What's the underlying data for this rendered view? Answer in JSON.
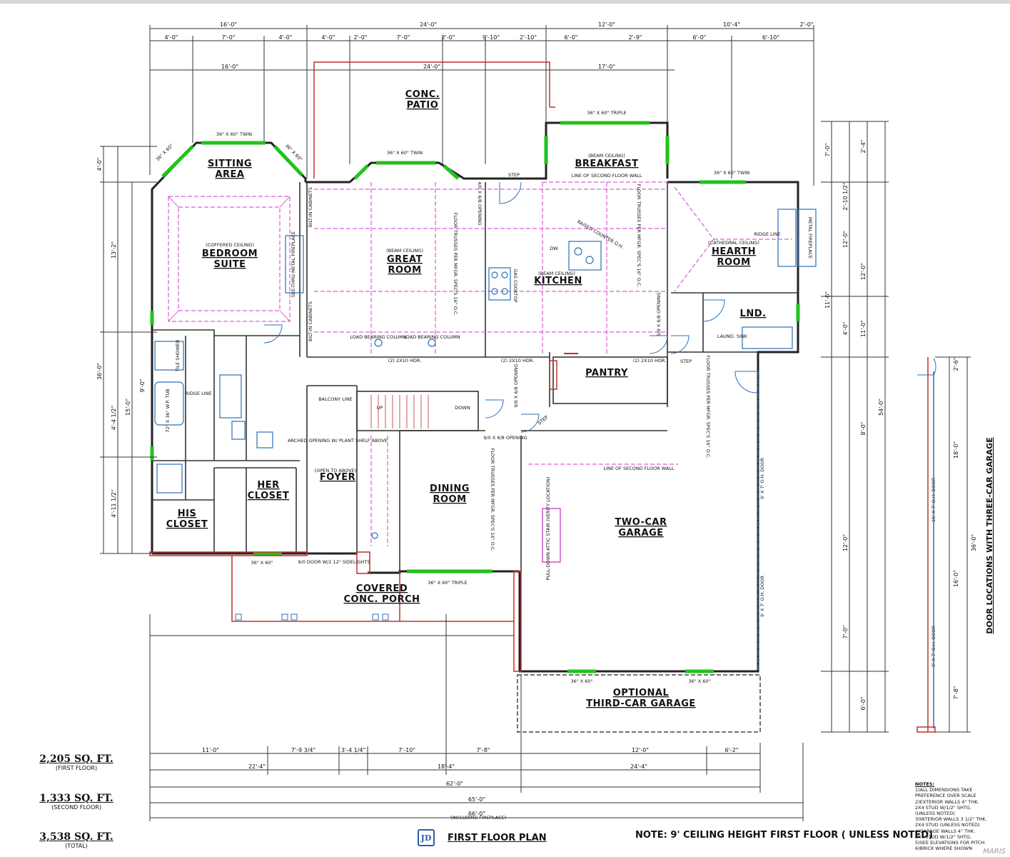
{
  "plan": {
    "title": "FIRST FLOOR PLAN",
    "logo": "JD",
    "ceiling_note": "NOTE: 9' CEILING HEIGHT FIRST FLOOR ( UNLESS NOTED)",
    "watermark": "MARIS",
    "door_locations_title": "DOOR LOCATIONS WITH THREE-CAR GARAGE"
  },
  "areas": {
    "first": {
      "value": "2,205 SQ. FT.",
      "label": "(FIRST FLOOR)"
    },
    "second": {
      "value": "1,333 SQ. FT.",
      "label": "(SECOND FLOOR)"
    },
    "total": {
      "value": "3,538 SQ. FT.",
      "label": "(TOTAL)"
    }
  },
  "notes": {
    "heading": "NOTES:",
    "lines": [
      "1)ALL DIMENSIONS TAKE",
      "PREFERENCE OVER SCALE",
      "2)EXTERIOR WALLS 4\" THK.",
      "2X4 STUD W/1/2\" SHTG.",
      "(UNLESS NOTED)",
      "3)INTERIOR WALLS 3 1/2\" THK.",
      "2X4 STUD (UNLESS NOTED)",
      "4)GARAGE WALLS 4\" THK.",
      "2X4 STUD W/1/2\" SHTG.",
      "5)SEE ELEVATIONS FOR PITCH",
      "6)BRICK WHERE SHOWN"
    ]
  },
  "rooms": {
    "conc_patio": [
      "CONC.",
      "PATIO"
    ],
    "sitting_area": [
      "SITTING",
      "AREA"
    ],
    "bedroom_suite": [
      "BEDROOM",
      "SUITE"
    ],
    "bedroom_ceiling": "(COFFERED CEILING)",
    "great_room": [
      "GREAT",
      "ROOM"
    ],
    "great_room_ceiling": "(BEAM CEILING)",
    "kitchen": "KITCHEN",
    "kitchen_ceiling": "(BEAM CEILING)",
    "breakfast": "BREAKFAST",
    "breakfast_ceiling": "(BEAM CEILING)",
    "hearth_room": [
      "HEARTH",
      "ROOM"
    ],
    "hearth_ceiling": "(CATHEDRAL CEILING)",
    "lnd": "LND.",
    "pantry": "PANTRY",
    "dining_room": [
      "DINING",
      "ROOM"
    ],
    "foyer": "FOYER",
    "foyer_note": "(OPEN TO ABOVE)",
    "her_closet": [
      "HER",
      "CLOSET"
    ],
    "his_closet": [
      "HIS",
      "CLOSET"
    ],
    "two_car_garage": [
      "TWO-CAR",
      "GARAGE"
    ],
    "third_car_garage": [
      "OPTIONAL",
      "THIRD-CAR GARAGE"
    ],
    "covered_porch": [
      "COVERED",
      "CONC. PORCH"
    ]
  },
  "callouts": {
    "sitting_window": "36\" X 60\" TWIN",
    "sitting_side_l": "36\" X 60\"",
    "sitting_side_r": "36\" X 60\"",
    "great_window": "36\" X 60\" TWIN",
    "breakfast_window": "36\" X 60\" TRIPLE",
    "hearth_window": "36\" X 60\" TWIN",
    "porch_window_left": "36\" X 60\"",
    "dining_window": "36\" X 60\" TRIPLE",
    "garage_window_l": "36\" X 60\"",
    "garage_window_r": "36\" X 60\"",
    "line_second_floor_wall": "LINE OF SECOND FLOOR WALL",
    "line_second_floor_wall_2": "LINE OF SECOND FLOOR WALL",
    "raised_counter": "RAISED COUNTER O.H.",
    "ridge_line": "RIDGE LINE",
    "ridge_line_2": "RIDGE LINE",
    "metal_fireplace": "METAL FIREPLACE",
    "see_thru_fireplace": "SEE-THRU METAL FIREPLACE",
    "bilt_in_cabinets": "BILT-IN CABINETS",
    "bilt_in_cabinets_2": "BILT-IN CABINETS",
    "load_bearing_1": "LOAD BEARING COLUMN",
    "load_bearing_2": "LOAD BEARING COLUMN",
    "hdr_1": "(2) 2X10 HDR.",
    "hdr_2": "(2) 2X10 HDR.",
    "hdr_3": "(2) 2X10 HDR.",
    "floor_trusses_1": "FLOOR TRUSSES PER MFGR. SPEC'S 16\" O.C.",
    "floor_trusses_2": "FLOOR TRUSSES PER MFGR. SPEC'S 16\" O.C.",
    "floor_trusses_3": "FLOOR TRUSSES PER MFGR. SPEC'S 16\" O.C.",
    "floor_trusses_4": "FLOOR TRUSSES PER MFGR. SPEC'S 16\" O.C.",
    "gas_cooktop": "GAS COOKTOP",
    "dw": "DW",
    "laund_sink": "LAUND. SINK",
    "step_1": "STEP",
    "step_2": "STEP",
    "step_3": "STEP",
    "balcony_line": "BALCONY LINE",
    "arched_opening": "ARCHED OPENING W/ PLANT SHELF ABOVE",
    "door_9_0": "9/0 DOOR W/2 12\" SIDELIGHTS",
    "pull_down": "PULL-DOWN ATTIC STAIR (VERIFY LOCATION)",
    "garage_door_1": "9' X 7' O.H. DOOR",
    "garage_door_2": "9' X 7' O.H. DOOR",
    "garage_door_3": "16' X 7' O.H. DOOR",
    "garage_door_4": "9' X 7' O.H. DOOR",
    "including_fireplace": "(INCLUDING FIREPLACE)",
    "up": "UP",
    "down": "DOWN",
    "tile_shower": "TILE SHOWER",
    "whirlpool": "72\" X 36\" W.P. TUB",
    "opening_1": "9/0 X 6/8 OPENING",
    "opening_2": "5/0 X 6/8 OPENING",
    "opening_3": "9/0 X 6/8 OPENING",
    "opening_4": "4/0 X 6/8 OPENING"
  },
  "dimensions": {
    "top_overall": [
      "16'-0\"",
      "24'-0\"",
      "12'-0\"",
      "10'-4\"",
      "2'-0\""
    ],
    "top_detail": [
      "4'-0\"",
      "7'-0\"",
      "4'-0\"",
      "4'-0\"",
      "2'-0\"",
      "7'-0\"",
      "2'-0\"",
      "9'-10\"",
      "2'-10\"",
      "6'-0\"",
      "2'-9\"",
      "6'-0\"",
      "6'-10\""
    ],
    "top_room": [
      "16'-0\"",
      "24'-0\"",
      "17'-0\""
    ],
    "bottom_detail": [
      "11'-0\"",
      "7'-9 3/4\"",
      "3'-4 1/4\"",
      "7'-10\"",
      "7'-8\"",
      "12'-0\"",
      "6'-2\""
    ],
    "bottom_group": [
      "22'-4\"",
      "18'-4\"",
      "24'-4\""
    ],
    "bottom_total_1": "62'-0\"",
    "bottom_total_2": "65'-0\"",
    "bottom_total_3": "66'-0\"",
    "right_side": [
      "7'-0\"",
      "12'-0\"",
      "4'-0\"",
      "7'-0\"",
      "12'-0\"",
      "2'-10 1/2\"",
      "8'-0\"",
      "12'-0\"",
      "6'-0\"",
      "2'-4\"",
      "11'-0\"",
      "11'-0\""
    ],
    "right_total": "54'-0\"",
    "right_total_2": "36'-0\"",
    "left_side": [
      "4'-0\"",
      "13'-2\"",
      "15'-0\"",
      "36'-0\"",
      "4'-11 1/2\"",
      "4'-4 1/2\"",
      "9'-0\""
    ],
    "door_profile": [
      "2'-6\"",
      "18'-0\"",
      "16'-0\"",
      "7'-8\""
    ]
  }
}
